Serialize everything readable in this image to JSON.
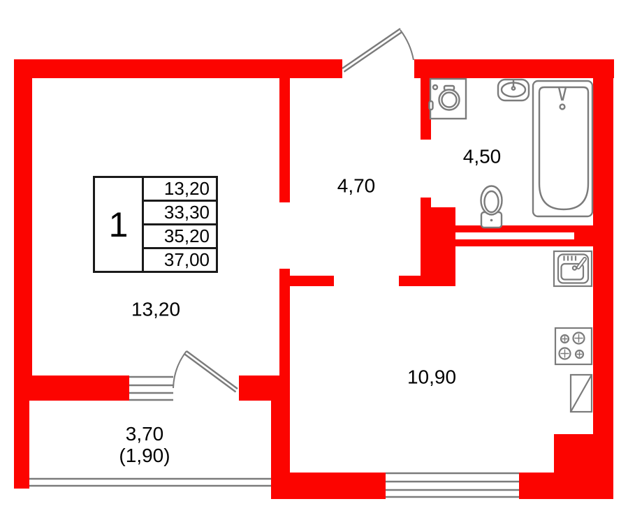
{
  "title": "apartment-floor-plan",
  "colors": {
    "wall": "#fc0400",
    "fixture_outline": "#7b7b7b",
    "text": "#000000",
    "background": "#ffffff"
  },
  "stamp": {
    "room_count": "1",
    "rows": [
      "13,20",
      "33,30",
      "35,20",
      "37,00"
    ]
  },
  "rooms": {
    "living": {
      "area": "13,20"
    },
    "hallway": {
      "area": "4,70"
    },
    "bathroom": {
      "area": "4,50"
    },
    "kitchen": {
      "area": "10,90"
    },
    "loggia": {
      "area": "3,70",
      "area_reduced": "(1,90)"
    }
  },
  "fixtures": [
    "washing-machine",
    "bathroom-sink",
    "bathtub",
    "toilet",
    "kitchen-sink",
    "stove",
    "refrigerator"
  ],
  "openings": [
    "entrance-door",
    "balcony-door",
    "bathroom-doorway",
    "living-window",
    "kitchen-window",
    "loggia-glazing"
  ]
}
